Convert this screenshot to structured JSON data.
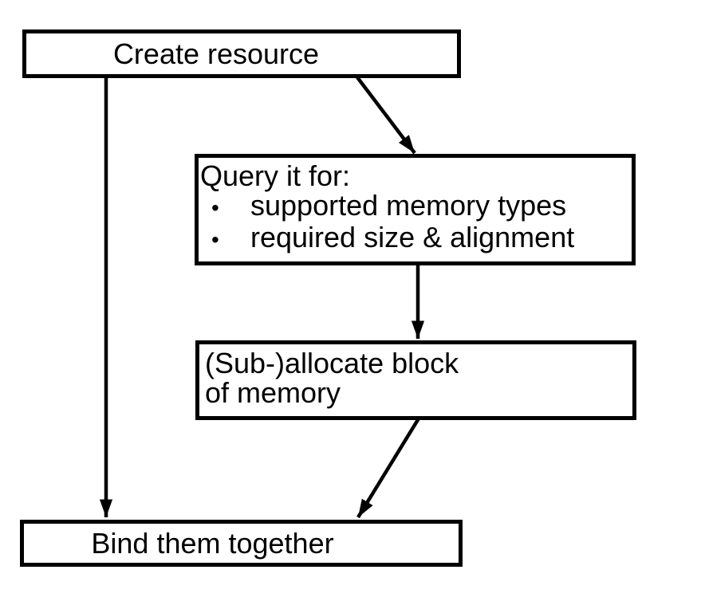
{
  "page": {
    "background_color": "#ffffff"
  },
  "diagram": {
    "stroke_color": "#000000",
    "node_background_color": "#ffffff",
    "bullet_char": "•",
    "nodes": {
      "create": {
        "label": "Create resource"
      },
      "query": {
        "intro": "Query it for:",
        "bullets": [
          "supported memory types",
          "required size & alignment"
        ]
      },
      "allocate": {
        "lines": [
          "(Sub-)allocate block",
          "of memory"
        ]
      },
      "bind": {
        "label": "Bind them together"
      }
    },
    "edges": [
      {
        "from": "create",
        "to": "bind"
      },
      {
        "from": "create",
        "to": "query"
      },
      {
        "from": "query",
        "to": "allocate"
      },
      {
        "from": "allocate",
        "to": "bind"
      }
    ]
  }
}
